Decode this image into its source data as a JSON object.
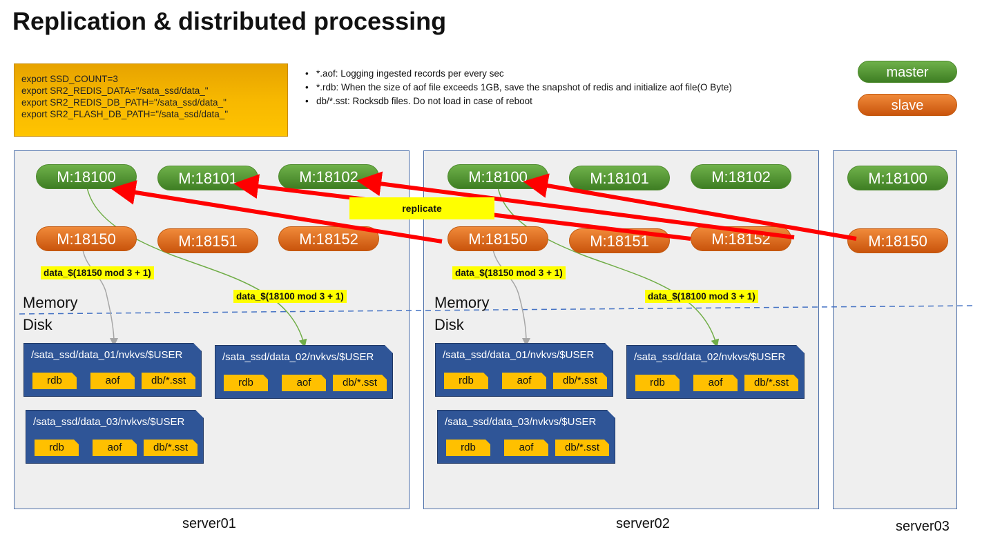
{
  "title": "Replication & distributed processing",
  "env": [
    "export SSD_COUNT=3",
    "export SR2_REDIS_DATA=\"/sata_ssd/data_\"",
    "export SR2_REDIS_DB_PATH=\"/sata_ssd/data_\"",
    "export SR2_FLASH_DB_PATH=\"/sata_ssd/data_\""
  ],
  "notes": [
    "*.aof: Logging ingested records per every sec",
    "*.rdb: When the size of aof file exceeds 1GB, save the snapshot of redis and initialize aof file(O Byte)",
    "db/*.sst: Rocksdb files. Do not load in case of reboot"
  ],
  "legend": {
    "master": "master",
    "slave": "slave"
  },
  "replicate_label": "replicate",
  "memory_label": "Memory",
  "disk_label": "Disk",
  "colors": {
    "master": "#4e8a2e",
    "slave": "#d0620f",
    "replicate_arrow": "#ff0000",
    "disk": "#2f5597",
    "file": "#ffc000",
    "highlight": "#ffff00"
  },
  "servers": [
    {
      "name": "server01",
      "masters": [
        "M:18100",
        "M:18101",
        "M:18102"
      ],
      "slaves": [
        "M:18150",
        "M:18151",
        "M:18152"
      ],
      "slave_mapping": "data_$(18150 mod 3 + 1)",
      "master_mapping": "data_$(18100 mod 3 + 1)",
      "disks": [
        {
          "path": "/sata_ssd/data_01/nvkvs/$USER",
          "files": [
            "rdb",
            "aof",
            "db/*.sst"
          ]
        },
        {
          "path": "/sata_ssd/data_02/nvkvs/$USER",
          "files": [
            "rdb",
            "aof",
            "db/*.sst"
          ]
        },
        {
          "path": "/sata_ssd/data_03/nvkvs/$USER",
          "files": [
            "rdb",
            "aof",
            "db/*.sst"
          ]
        }
      ]
    },
    {
      "name": "server02",
      "masters": [
        "M:18100",
        "M:18101",
        "M:18102"
      ],
      "slaves": [
        "M:18150",
        "M:18151",
        "M:18152"
      ],
      "slave_mapping": "data_$(18150 mod 3 + 1)",
      "master_mapping": "data_$(18100 mod 3 + 1)",
      "disks": [
        {
          "path": "/sata_ssd/data_01/nvkvs/$USER",
          "files": [
            "rdb",
            "aof",
            "db/*.sst"
          ]
        },
        {
          "path": "/sata_ssd/data_02/nvkvs/$USER",
          "files": [
            "rdb",
            "aof",
            "db/*.sst"
          ]
        },
        {
          "path": "/sata_ssd/data_03/nvkvs/$USER",
          "files": [
            "rdb",
            "aof",
            "db/*.sst"
          ]
        }
      ]
    },
    {
      "name": "server03",
      "masters": [
        "M:18100"
      ],
      "slaves": [
        "M:18150"
      ]
    }
  ]
}
